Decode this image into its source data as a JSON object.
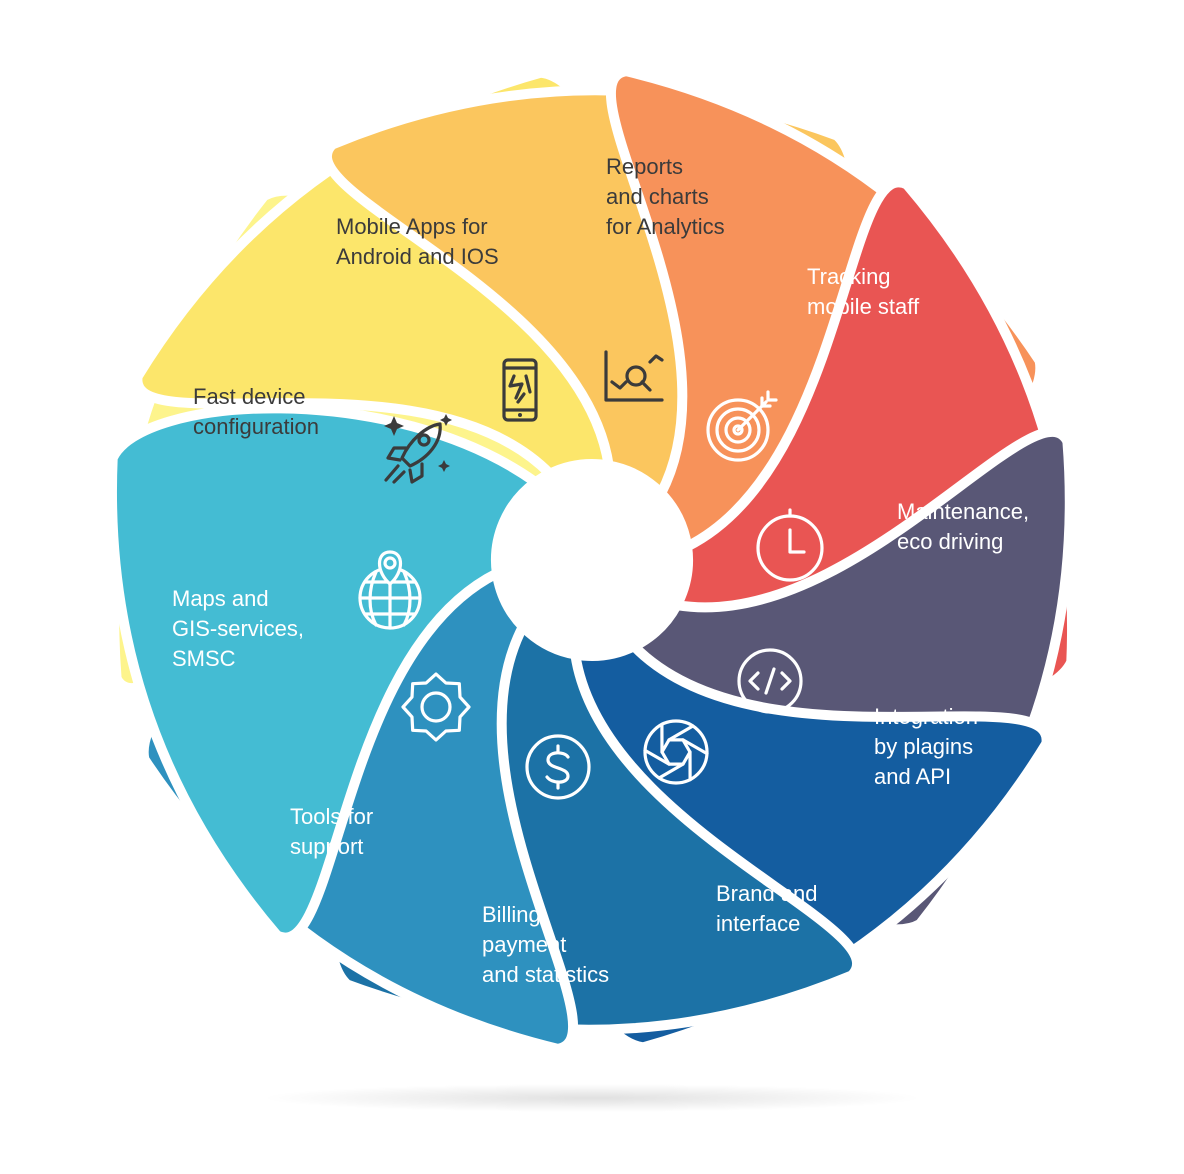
{
  "segments": [
    {
      "id": "tracking",
      "lines": [
        "Tracking",
        "mobile staff"
      ],
      "color": "#F7925A",
      "icon": "target-icon"
    },
    {
      "id": "maintenance",
      "lines": [
        "Maintenance,",
        "eco driving"
      ],
      "color": "#E95553",
      "icon": "clock-icon"
    },
    {
      "id": "integration",
      "lines": [
        "Integration",
        "by plagins",
        "and API"
      ],
      "color": "#595776",
      "icon": "code-icon"
    },
    {
      "id": "brand",
      "lines": [
        "Brand and",
        "interface"
      ],
      "color": "#145DA0",
      "icon": "aperture-icon"
    },
    {
      "id": "billing",
      "lines": [
        "Billing,",
        "payment",
        "and statistics"
      ],
      "color": "#1C72A6",
      "icon": "dollar-icon"
    },
    {
      "id": "tools",
      "lines": [
        "Tools for",
        "support"
      ],
      "color": "#2E91BF",
      "icon": "gear-icon"
    },
    {
      "id": "maps",
      "lines": [
        "Maps and",
        "GIS-services,",
        "SMSC"
      ],
      "color": "#44BCD3",
      "icon": "globe-pin-icon"
    },
    {
      "id": "config",
      "lines": [
        "Fast device",
        "configuration"
      ],
      "color": "#FDF48C",
      "icon": "rocket-icon"
    },
    {
      "id": "mobile",
      "lines": [
        "Mobile Apps for",
        "Android and IOS"
      ],
      "color": "#FCE66B",
      "icon": "smartphone-icon"
    },
    {
      "id": "reports",
      "lines": [
        "Reports",
        "and charts",
        "for Analytics"
      ],
      "color": "#FBC65E",
      "icon": "chart-search-icon"
    }
  ]
}
